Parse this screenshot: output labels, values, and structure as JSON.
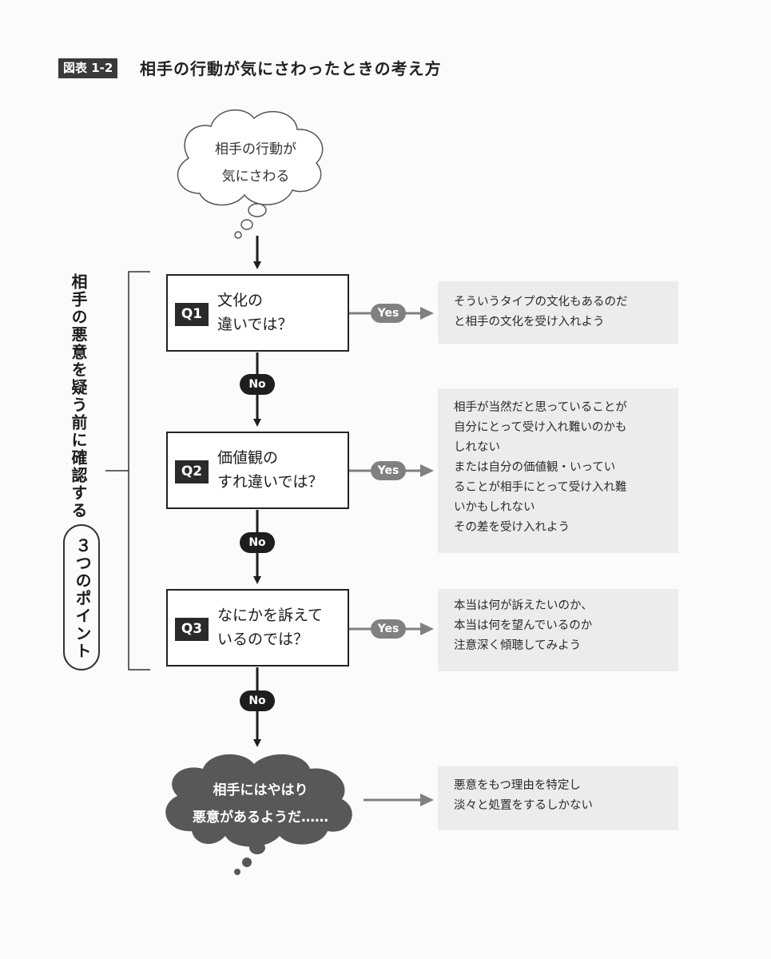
{
  "figure": {
    "badge": "図表 1-2",
    "title": "相手の行動が気にさわったときの考え方"
  },
  "start_cloud": {
    "line1": "相手の行動が",
    "line2": "気にさわる"
  },
  "side_label": {
    "main": "相手の悪意を疑う前に確認する",
    "pill": "３つのポイント"
  },
  "questions": [
    {
      "badge": "Q1",
      "line1": "文化の",
      "line2": "違いでは？"
    },
    {
      "badge": "Q2",
      "line1": "価値観の",
      "line2": "すれ違いでは？"
    },
    {
      "badge": "Q3",
      "line1": "なにかを訴えて",
      "line2": "いるのでは？"
    }
  ],
  "yes_label": "Yes",
  "no_label": "No",
  "answers": [
    {
      "lines": [
        "そういうタイプの文化もあるのだ",
        "と相手の文化を受け入れよう"
      ]
    },
    {
      "lines": [
        "相手が当然だと思っていることが",
        "自分にとって受け入れ難いのかも",
        "しれない",
        "または自分の価値観・いってい",
        "ることが相手にとって受け入れ難",
        "いかもしれない",
        "その差を受け入れよう"
      ]
    },
    {
      "lines": [
        "本当は何が訴えたいのか、",
        "本当は何を望んでいるのか",
        "注意深く傾聴してみよう"
      ]
    },
    {
      "lines": [
        "悪意をもつ理由を特定し",
        "淡々と処置をするしかない"
      ]
    }
  ],
  "end_cloud": {
    "line1": "相手にはやはり",
    "line2": "悪意があるようだ……"
  },
  "colors": {
    "dark": "#1e1e1e",
    "yes_gray": "#808080",
    "answer_bg": "#ececec",
    "end_cloud": "#585858"
  }
}
